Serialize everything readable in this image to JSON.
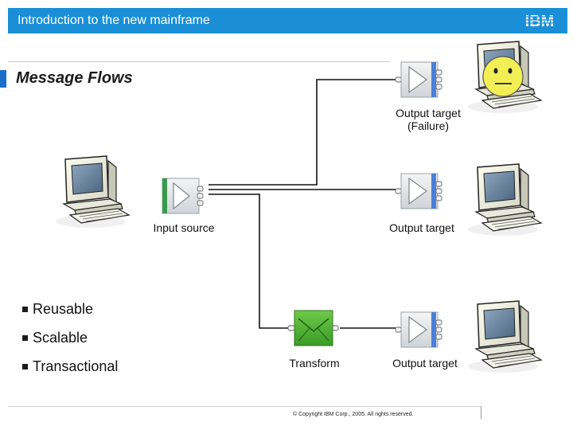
{
  "header": {
    "title": "Introduction to the new mainframe",
    "logo": "IBM"
  },
  "page": {
    "title": "Message Flows"
  },
  "labels": {
    "output_failure_1": "Output target",
    "output_failure_2": "(Failure)",
    "input_source": "Input source",
    "output_target_1": "Output target",
    "transform": "Transform",
    "output_target_2": "Output target"
  },
  "bullets": [
    "Reusable",
    "Scalable",
    "Transactional"
  ],
  "footer": {
    "copyright": "© Copyright IBM Corp., 2005. All rights reserved."
  },
  "colors": {
    "header_blue": "#1a8fd8",
    "accent_blue": "#1a6fc8",
    "transform_green": "#4caf2c"
  }
}
